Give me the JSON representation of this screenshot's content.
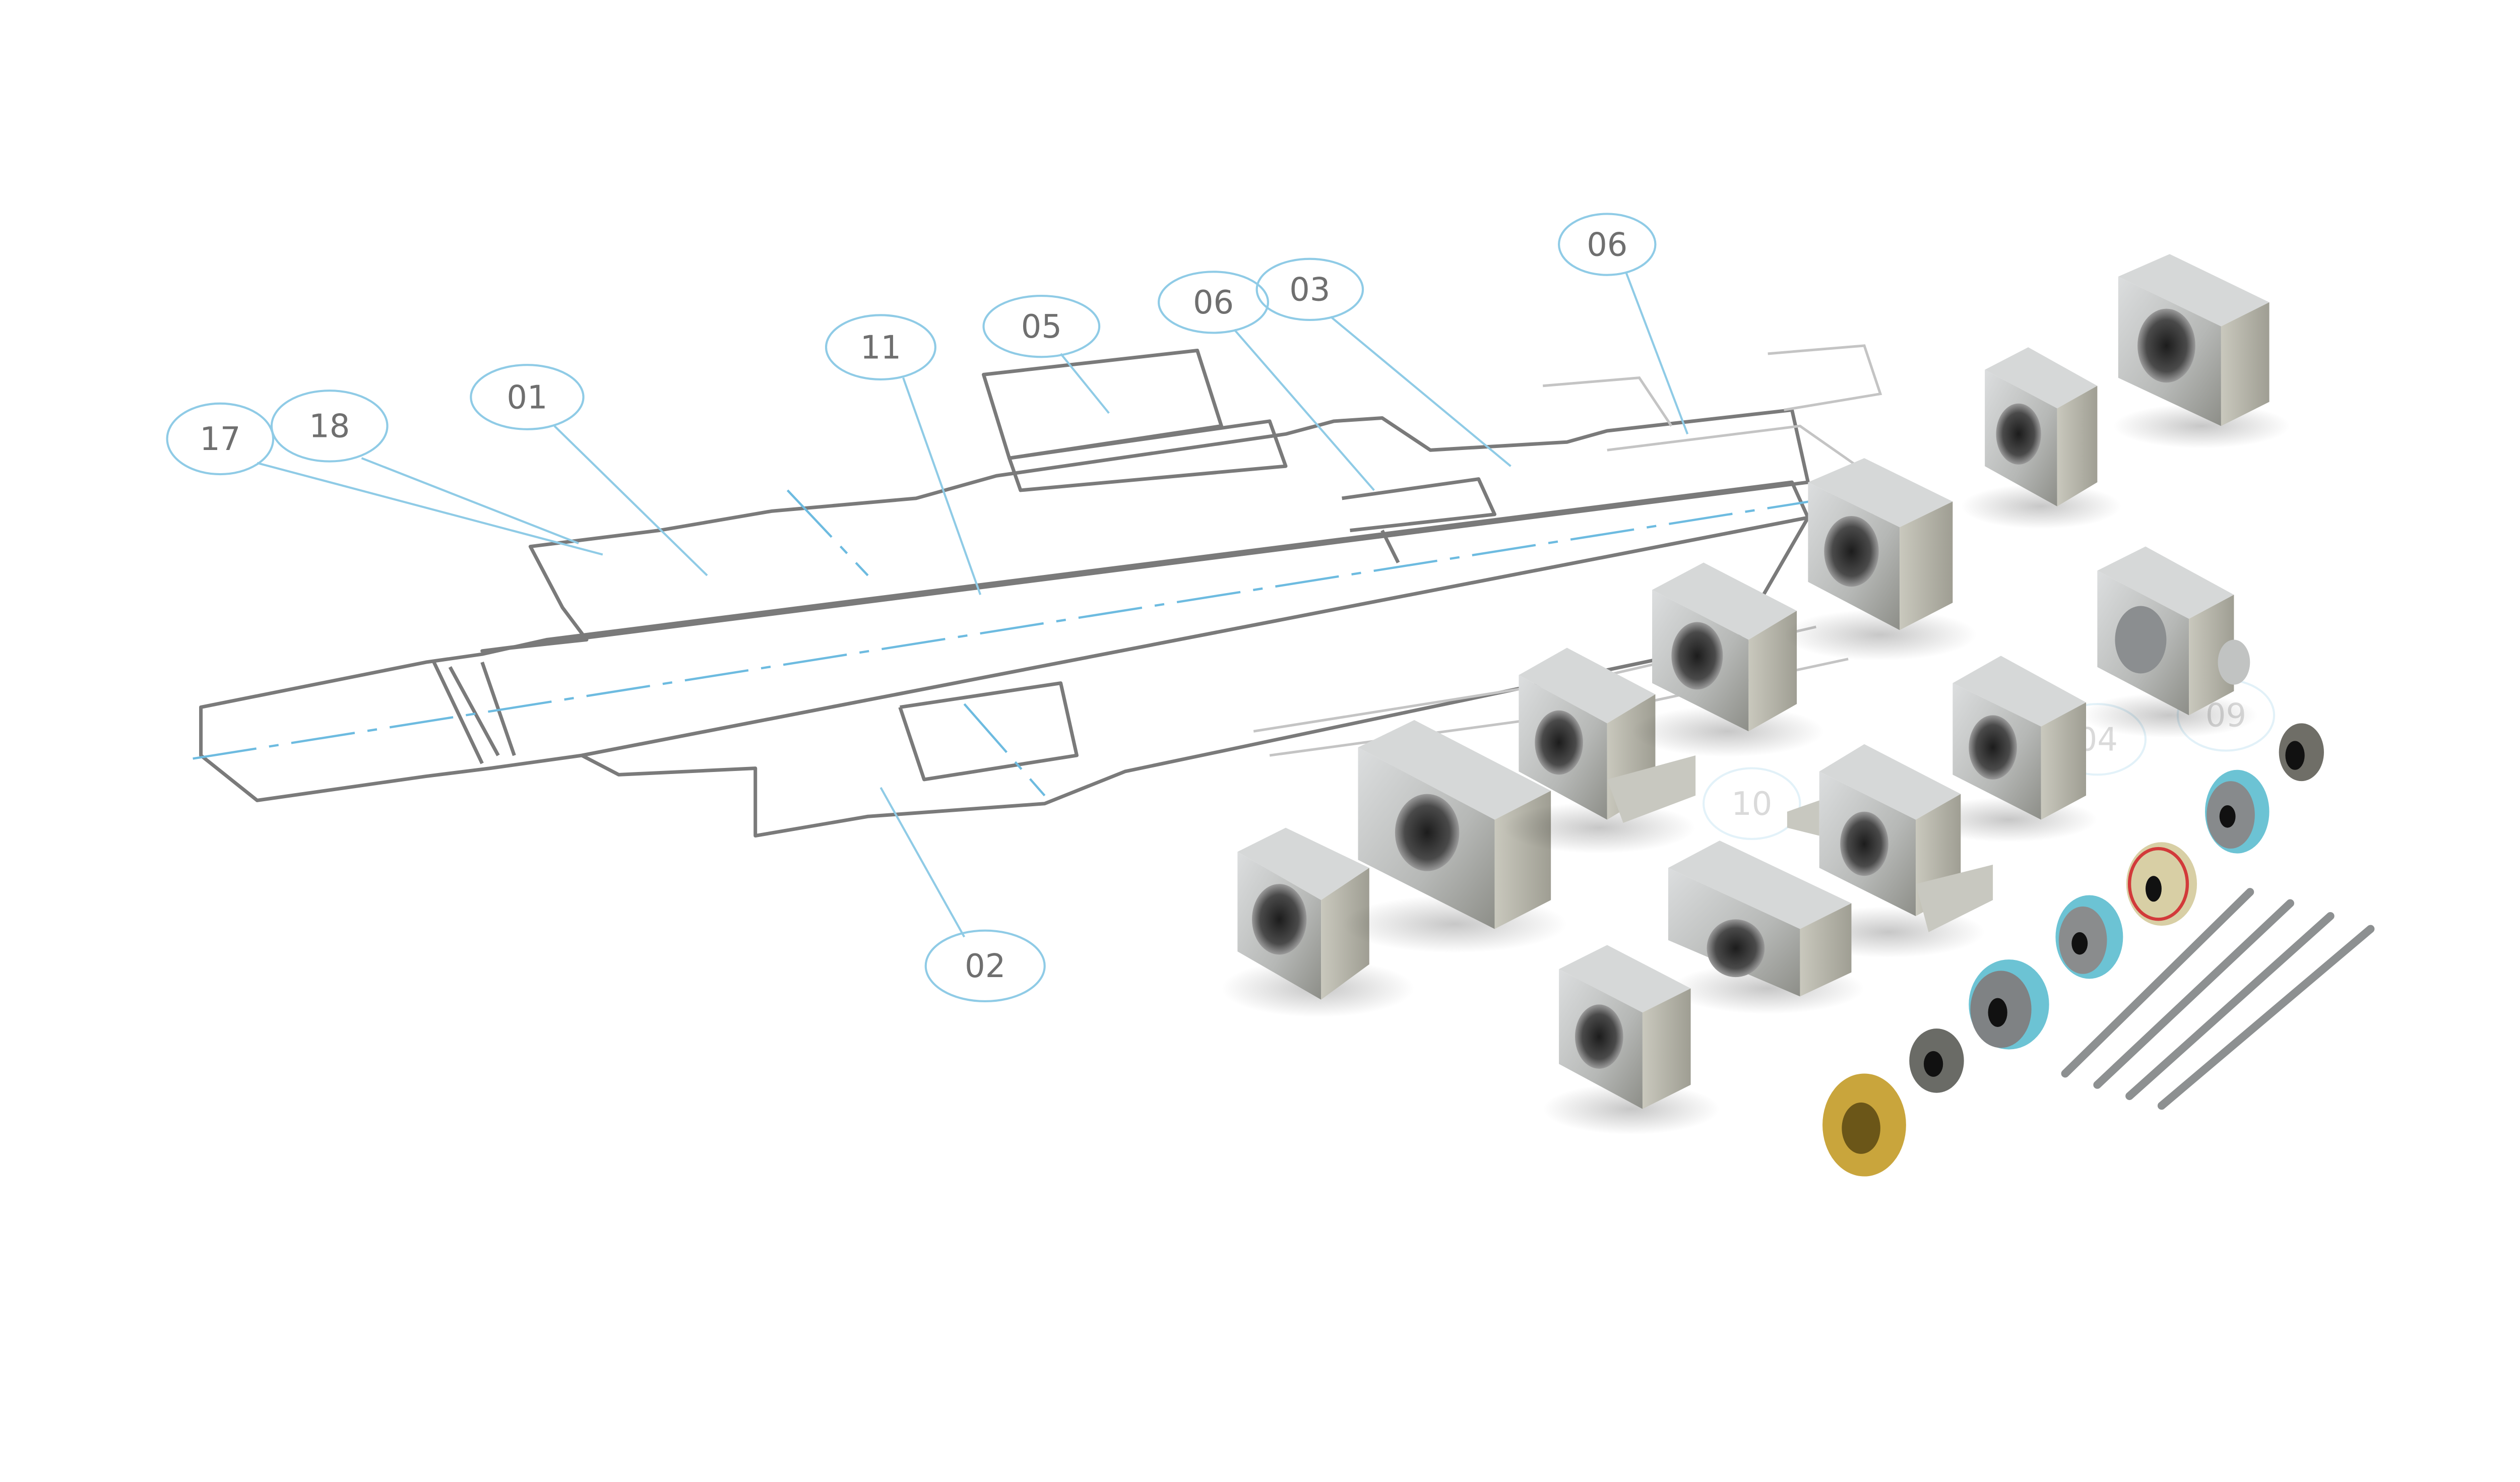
{
  "diagram": {
    "type": "exploded hydraulic cylinder drawing with rendered parts",
    "callouts": [
      "17",
      "18",
      "01",
      "11",
      "05",
      "06",
      "03",
      "06",
      "02"
    ],
    "faint_callouts": [
      "10",
      "04",
      "09"
    ],
    "colors": {
      "line": "#7a7a7a",
      "callout": "#8fcbe6",
      "axis": "#6dbbe0",
      "metal": "#b9bcbd",
      "seal": "#6cc3d4",
      "brass": "#c9a53c"
    }
  }
}
